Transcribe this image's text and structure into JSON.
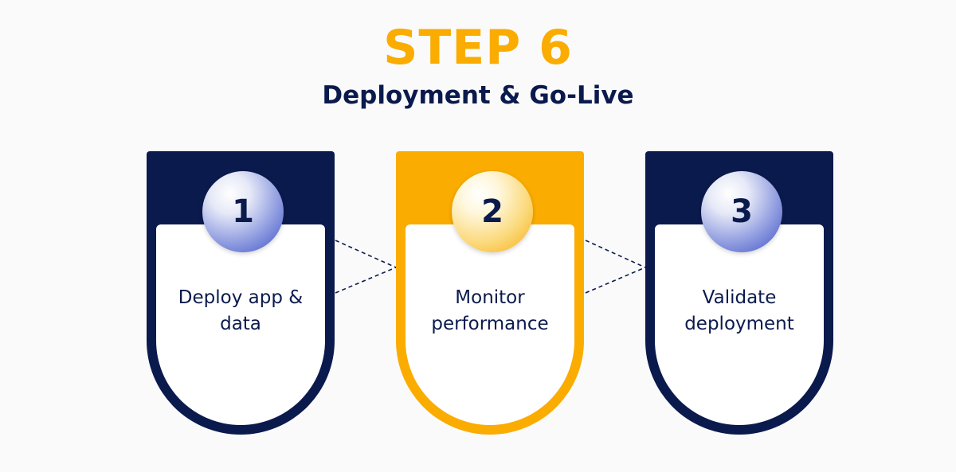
{
  "header": {
    "title": "STEP 6",
    "subtitle": "Deployment & Go-Live"
  },
  "steps": [
    {
      "number": "1",
      "lines": [
        "Deploy app &",
        "data"
      ],
      "theme": "navy"
    },
    {
      "number": "2",
      "lines": [
        "Monitor",
        "performance"
      ],
      "theme": "gold"
    },
    {
      "number": "3",
      "lines": [
        "Validate",
        "deployment"
      ],
      "theme": "navy"
    }
  ],
  "colors": {
    "navy": "#0b1a4d",
    "gold": "#fbac00",
    "badge_blue": "#3c50c7",
    "background": "#fafafa"
  }
}
